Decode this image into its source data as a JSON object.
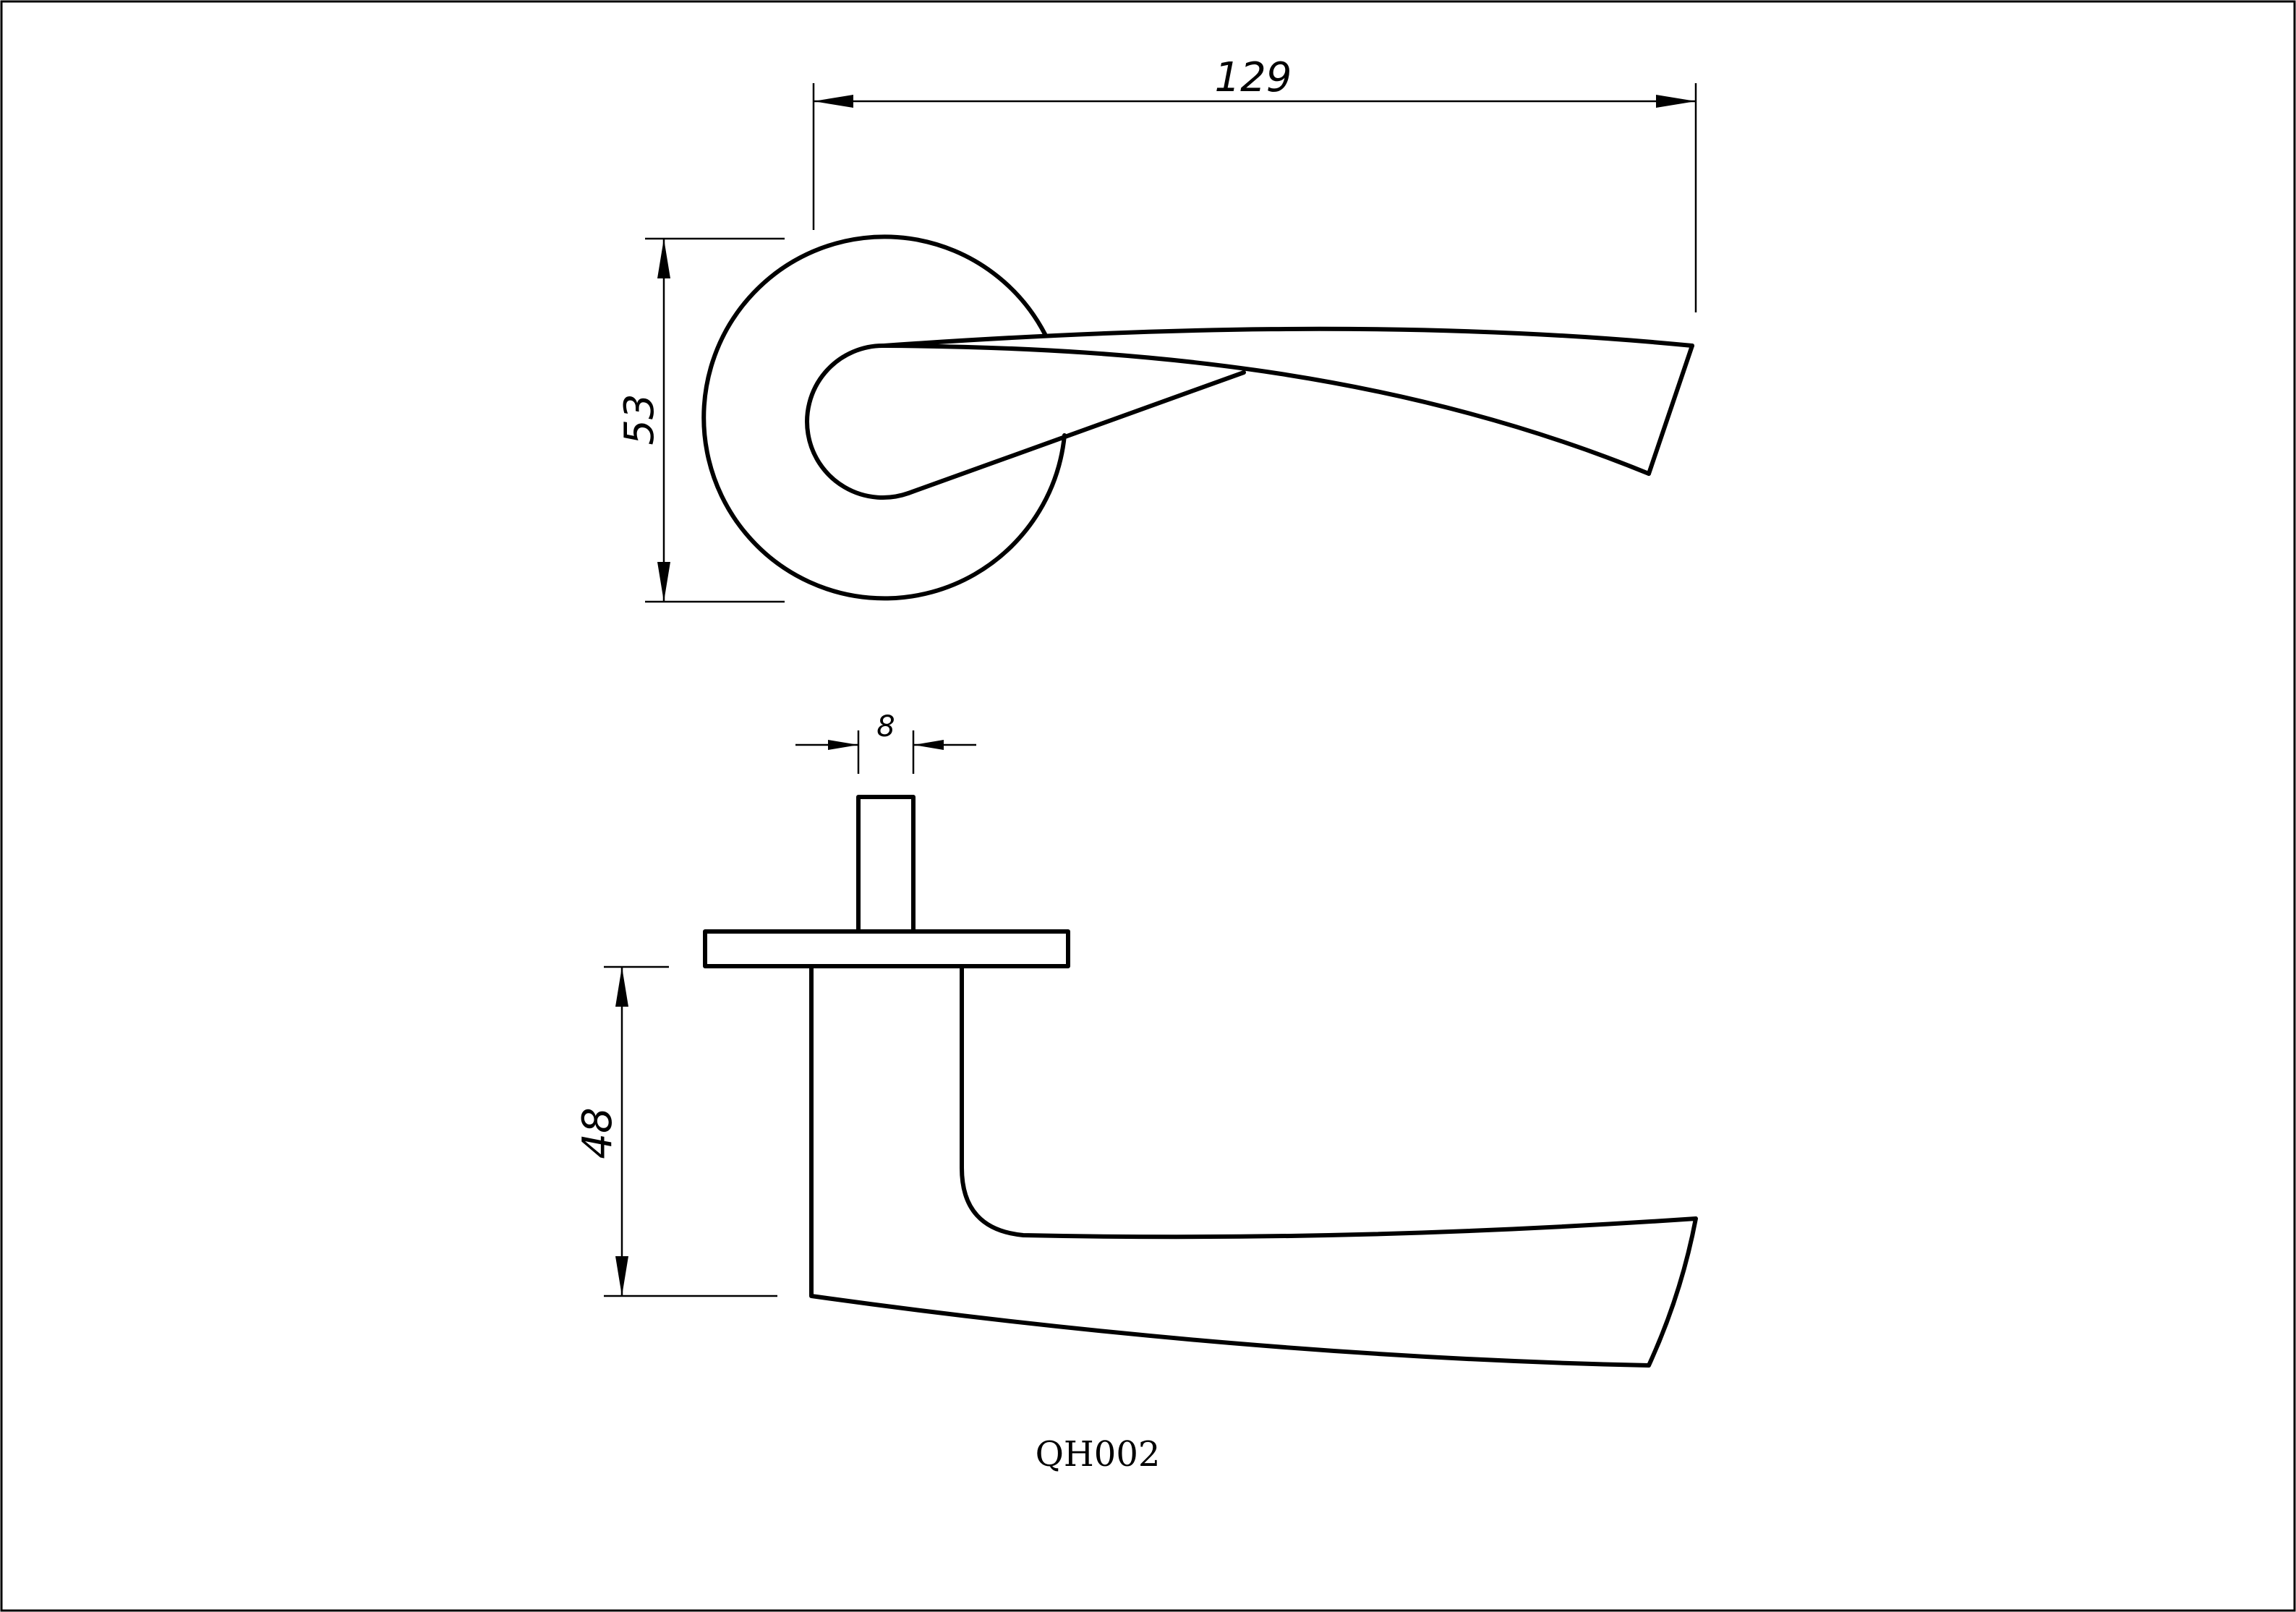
{
  "dimensions": {
    "overall_length": "129",
    "rose_diameter": "53",
    "spindle_width": "8",
    "handle_height": "48"
  },
  "model_code": "QH002",
  "colors": {
    "line": "#000000",
    "background": "#ffffff"
  }
}
